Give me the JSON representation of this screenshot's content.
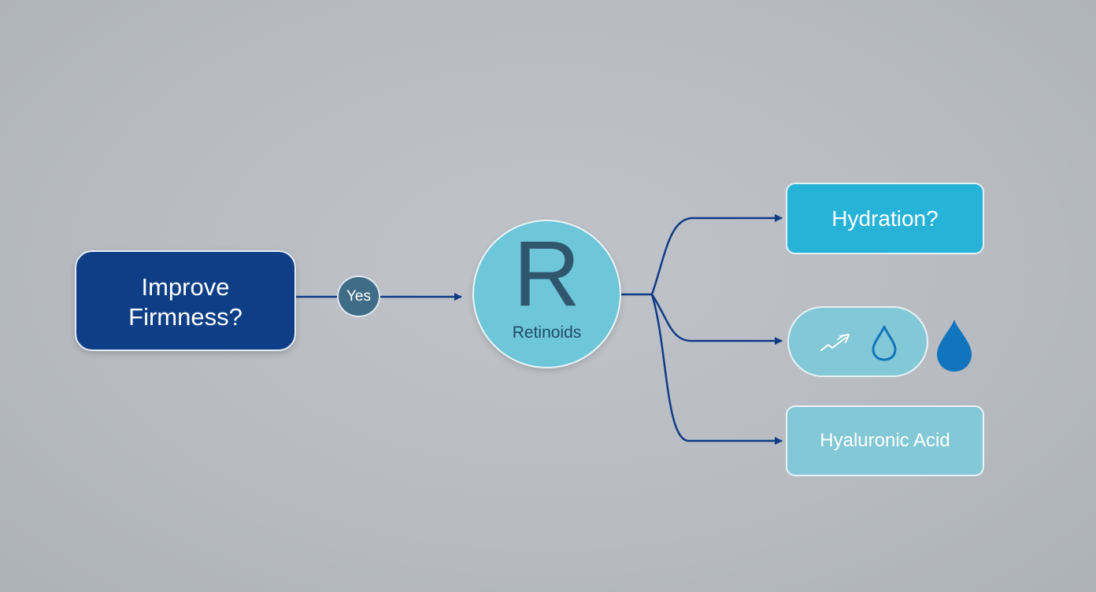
{
  "diagram": {
    "start": {
      "line1": "Improve",
      "line2": "Firmness?"
    },
    "decision": {
      "label": "Yes"
    },
    "retinoids": {
      "symbol": "R",
      "label": "Retinoids"
    },
    "outcomes": {
      "hydration": {
        "label": "Hydration?"
      },
      "icons": [
        "arrow-trend-icon",
        "water-drop-outline-icon",
        "water-drop-filled-icon"
      ],
      "hyaluronic": {
        "label": "Hyaluronic Acid"
      }
    }
  },
  "colors": {
    "background": "#b9bdc3",
    "start_fill": "#0e3f86",
    "connector": "#0f3b86",
    "retinoid_fill": "#6ec6d9",
    "hydration_fill": "#27b3d8",
    "pale_fill": "#83c8d6",
    "drop_blue": "#1175bd"
  }
}
